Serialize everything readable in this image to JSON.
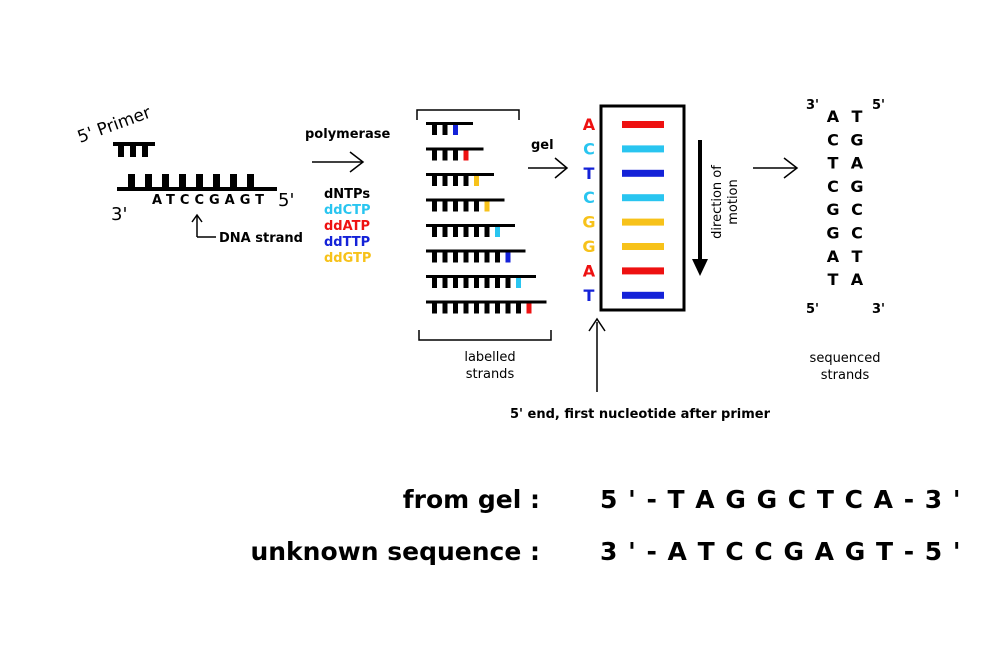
{
  "primer_label": "5' Primer",
  "template": {
    "end_left": "3'",
    "end_right": "5'",
    "sequence": "ATCCGAGT",
    "strand_label": "DNA strand"
  },
  "reagents": {
    "enzyme": "polymerase",
    "items": [
      {
        "text": "dNTPs",
        "color": "#000000"
      },
      {
        "text": "ddCTP",
        "color": "#29c5f0"
      },
      {
        "text": "ddATP",
        "color": "#ee1111"
      },
      {
        "text": "ddTTP",
        "color": "#1422d8"
      },
      {
        "text": "ddGTP",
        "color": "#f7c21a"
      }
    ]
  },
  "fragments": {
    "label_line1": "labelled",
    "label_line2": "strands",
    "count": 8
  },
  "gel": {
    "label": "gel",
    "bases": [
      "A",
      "C",
      "T",
      "C",
      "G",
      "G",
      "A",
      "T"
    ],
    "motion_line1": "direction of",
    "motion_line2": "motion",
    "pointer_label": "5' end, first nucleotide after primer"
  },
  "sequenced": {
    "top_left": "3'",
    "top_right": "5'",
    "bottom_left": "5'",
    "bottom_right": "3'",
    "left_column": [
      "A",
      "C",
      "T",
      "C",
      "G",
      "G",
      "A",
      "T"
    ],
    "right_column": [
      "T",
      "G",
      "A",
      "G",
      "C",
      "C",
      "T",
      "A"
    ],
    "label_line1": "sequenced",
    "label_line2": "strands"
  },
  "results": [
    {
      "label": "from gel :",
      "value": "5 ' - T A G G C T C A - 3 '"
    },
    {
      "label": "unknown sequence :",
      "value": "3 ' - A T C C G A G T - 5 '"
    }
  ],
  "colors": {
    "A": "#ee1111",
    "C": "#29c5f0",
    "T": "#1422d8",
    "G": "#f7c21a",
    "ink": "#000000"
  }
}
